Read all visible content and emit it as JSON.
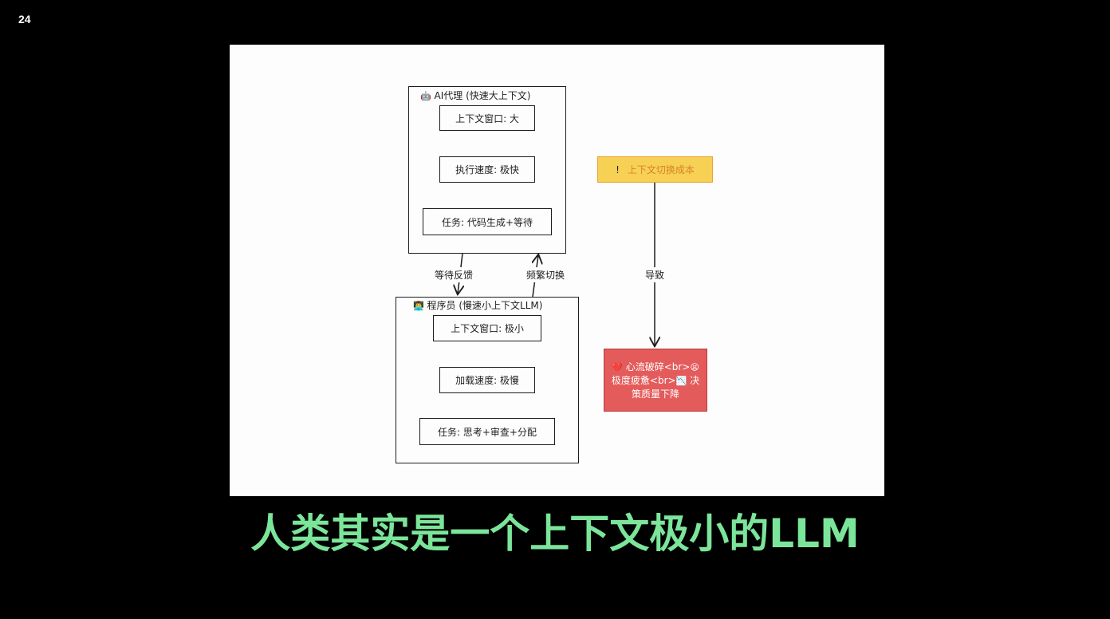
{
  "slide_number": "24",
  "diagram": {
    "ai_group": {
      "icon": "robot-icon",
      "title": "AI代理 (快速大上下文)",
      "items": [
        "上下文窗口: 大",
        "执行速度: 极快",
        "任务: 代码生成+等待"
      ]
    },
    "human_group": {
      "icon": "programmer-icon",
      "title": "程序员 (慢速小上下文LLM)",
      "items": [
        "上下文窗口: 极小",
        "加载速度: 极慢",
        "任务: 思考+审查+分配"
      ]
    },
    "edges": {
      "wait_feedback": "等待反馈",
      "frequent_switch": "频繁切换",
      "leads_to": "导致"
    },
    "warning": {
      "icon": "exclamation-icon",
      "text": "上下文切换成本"
    },
    "result": {
      "icon": "broken-heart-icon",
      "line1": "心流破碎<br>",
      "line2": "极度疲惫<br>",
      "line3": "决策质量下降"
    },
    "colors": {
      "warning_fill": "#f7d154",
      "warning_text": "#d9822b",
      "result_fill": "#e45b5b"
    }
  },
  "caption": "人类其实是一个上下文极小的LLM"
}
